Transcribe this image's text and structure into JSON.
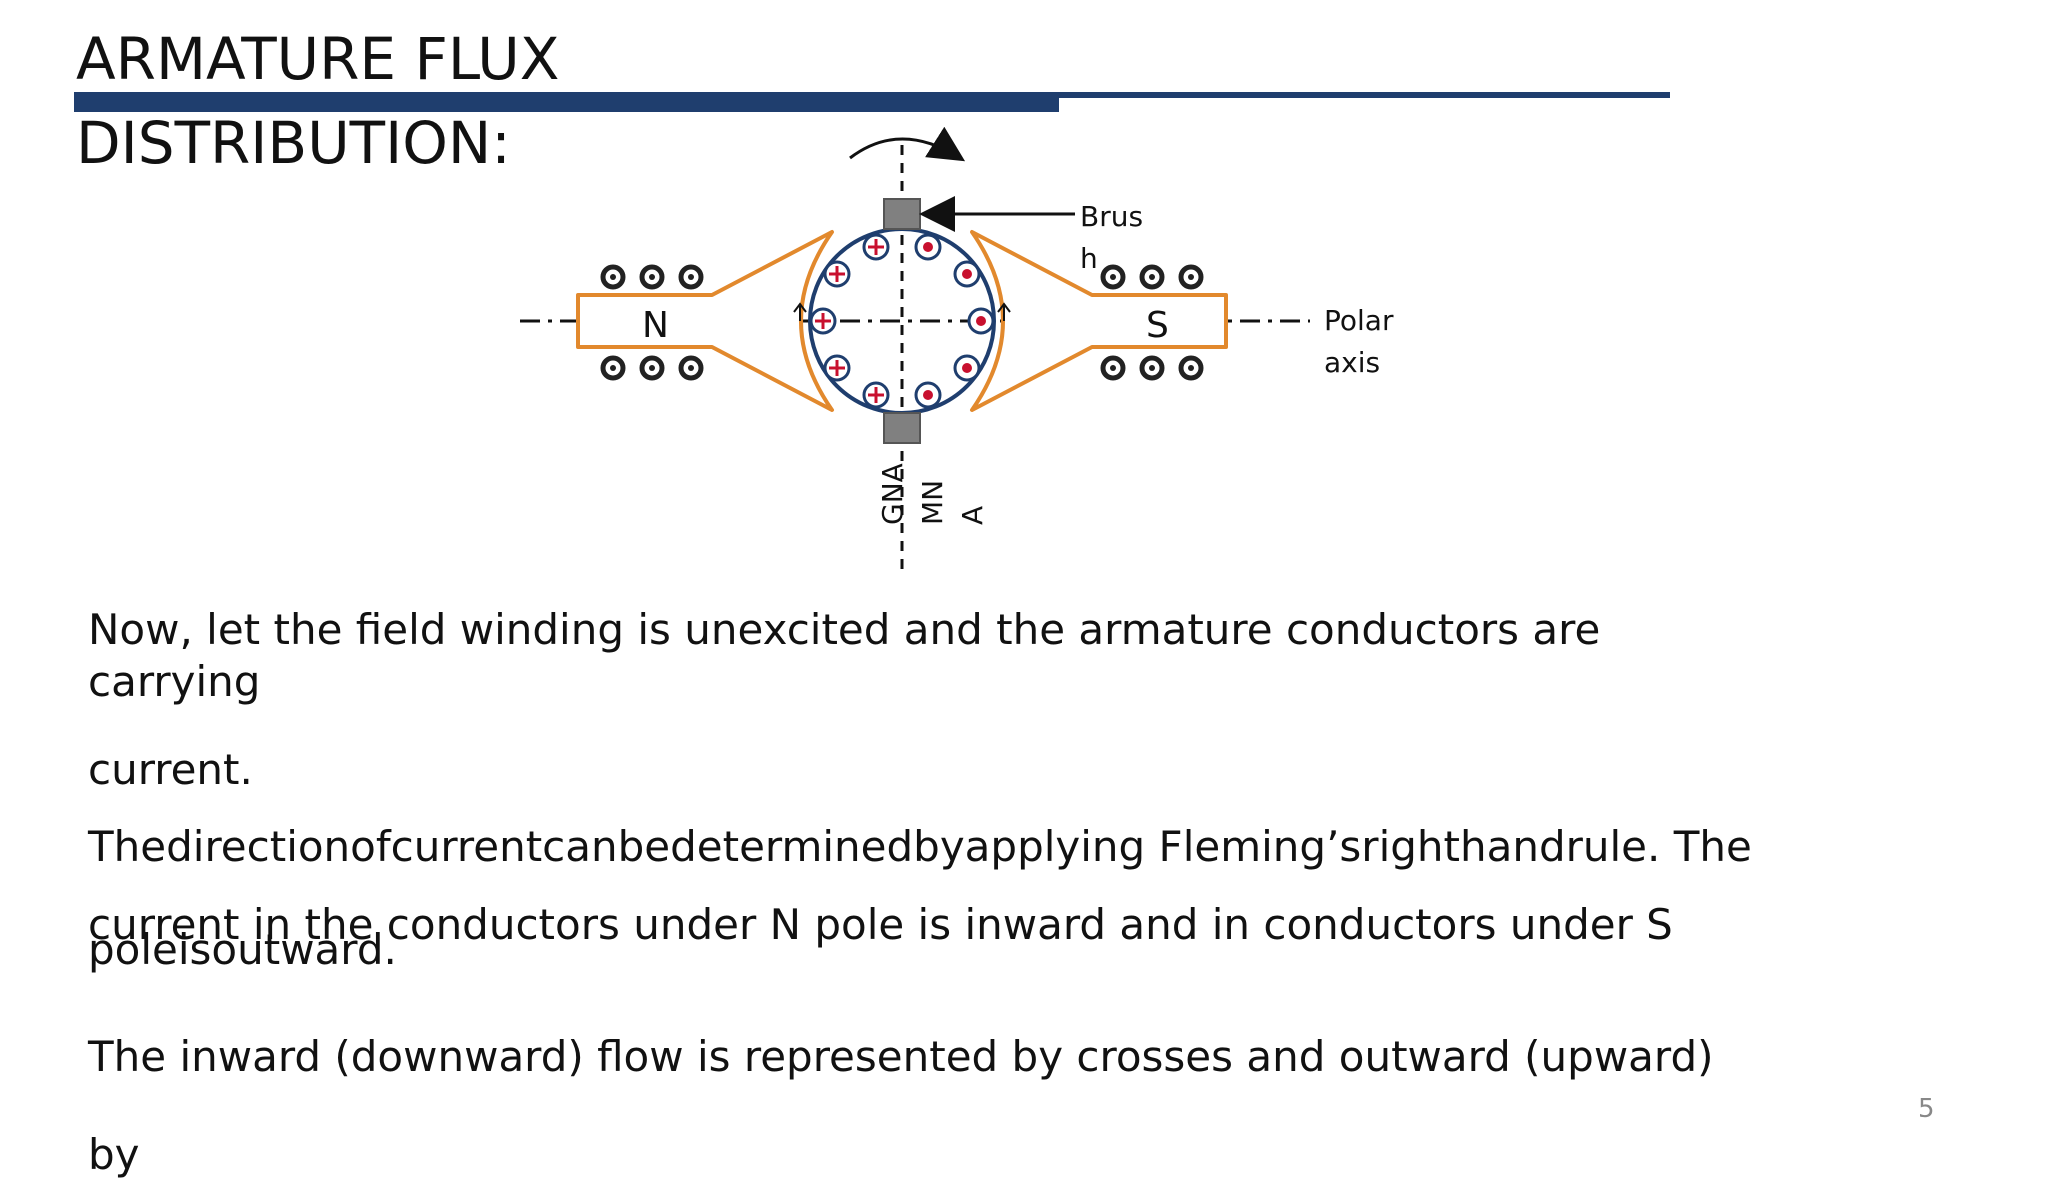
{
  "slide": {
    "title_line1": "ARMATURE FLUX",
    "title_line2": "DISTRIBUTION:",
    "page_number": "5"
  },
  "diagram": {
    "brush_label_line1": "Brus",
    "brush_label_line2": "h",
    "polar_axis_line1": "Polar",
    "polar_axis_line2": "axis",
    "north_pole": "N",
    "south_pole": "S",
    "gna_label": "GNA",
    "mna_label_line1": "MN",
    "mna_label_line2": "A"
  },
  "body": {
    "line1": "Now, let the field winding is unexcited and the armature conductors are",
    "line2": "carrying",
    "line3": "current.",
    "line4": "Thedirectionofcurrentcanbedeterminedbyapplying Fleming’srighthandrule. The",
    "line5": "current in the conductors under N pole is inward and in conductors under S",
    "line6": "poleisoutward.",
    "line7": "The inward (downward) flow is represented by crosses and outward (upward)",
    "line8": "by"
  },
  "colors": {
    "accent_bar": "#1f3e6e",
    "pole_outline": "#e2892d",
    "armature_outline": "#1f3e6e",
    "conductor_red": "#c8102e",
    "brush_gray": "#808080"
  }
}
